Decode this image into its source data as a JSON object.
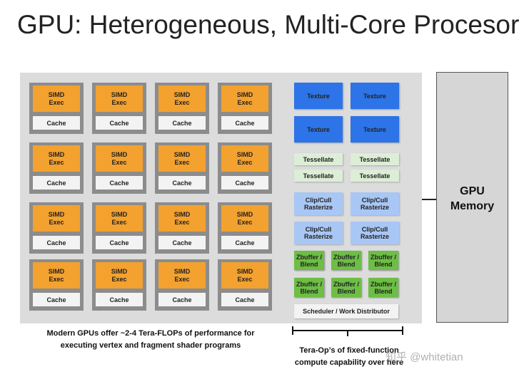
{
  "title": "GPU: Heterogeneous, Multi-Core Procesor",
  "core_labels": {
    "simd": "SIMD\nExec",
    "cache": "Cache"
  },
  "cores_count_display": 16,
  "fixed_function": {
    "texture": [
      "Texture",
      "Texture",
      "Texture",
      "Texture"
    ],
    "tessellate": [
      "Tessellate",
      "Tessellate",
      "Tessellate",
      "Tessellate"
    ],
    "clip_cull": [
      "Clip/Cull\nRasterize",
      "Clip/Cull\nRasterize",
      "Clip/Cull\nRasterize",
      "Clip/Cull\nRasterize"
    ],
    "zbuffer": [
      "Zbuffer /\nBlend",
      "Zbuffer /\nBlend",
      "Zbuffer /\nBlend",
      "Zbuffer /\nBlend",
      "Zbuffer /\nBlend",
      "Zbuffer /\nBlend"
    ],
    "scheduler": "Scheduler / Work Distributor"
  },
  "memory": {
    "label": "GPU\nMemory"
  },
  "captions": {
    "left": "Modern GPUs offer ~2-4 Tera-FLOPs of performance for\nexecuting vertex and fragment shader programs",
    "right": "Tera-Op’s of fixed-function\ncompute capability over here"
  },
  "watermark": "知乎 @whitetian",
  "colors": {
    "simd": "#f3a12f",
    "cache": "#f3f3f3",
    "core_frame": "#8c8c8c",
    "chip_bg": "#dcdcdc",
    "texture": "#2d74e8",
    "tessellate": "#ddeed7",
    "clip_cull": "#a9c7f5",
    "zbuffer": "#6dbe45"
  }
}
